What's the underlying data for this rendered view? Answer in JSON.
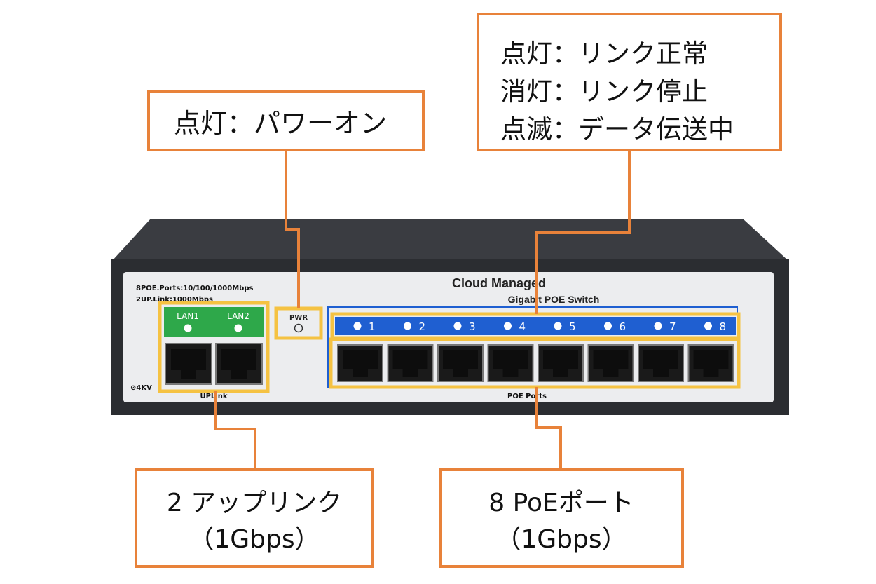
{
  "callouts": {
    "power": {
      "line1": "点灯：パワーオン"
    },
    "link": {
      "line1": "点灯：リンク正常",
      "line2": "消灯：リンク停止",
      "line3": "点滅：データ伝送中"
    },
    "uplink": {
      "line1": "2 アップリンク",
      "line2": "（1Gbps）"
    },
    "poe": {
      "line1": "8 PoEポート",
      "line2": "（1Gbps）"
    }
  },
  "device": {
    "spec_line1": "8POE.Ports:10/100/1000Mbps",
    "spec_line2": "2UP.Link:1000Mbps",
    "brand_line1": "Cloud Managed",
    "brand_line2": "Gigabit POE Switch",
    "pwr_label": "PWR",
    "surge_label": "⊘4KV",
    "uplink_label": "UPLink",
    "poe_ports_label": "POE Ports",
    "lan_labels": [
      "LAN1",
      "LAN2"
    ],
    "port_numbers": [
      "1",
      "2",
      "3",
      "4",
      "5",
      "6",
      "7",
      "8"
    ]
  },
  "colors": {
    "callout_border": "#e8823a",
    "highlight": "#f5c242",
    "lan_green": "#2ea84a",
    "led_blue": "#1f5fd1",
    "chassis": "#2b2d31"
  }
}
